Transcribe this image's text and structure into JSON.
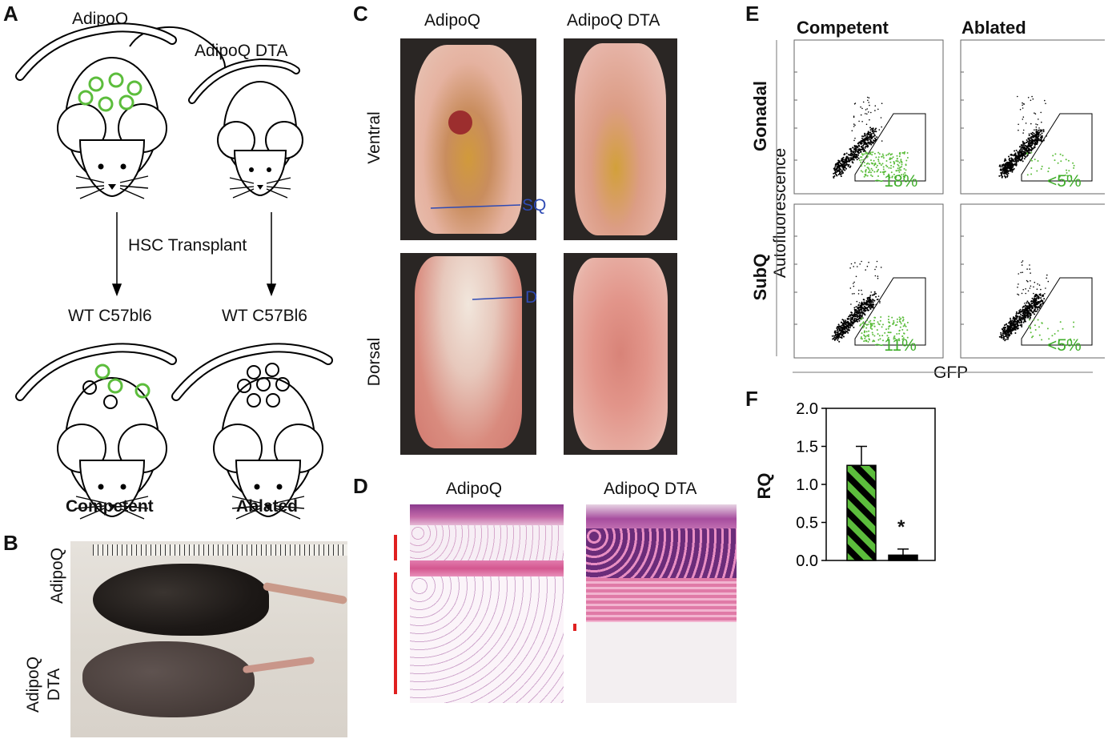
{
  "panels": {
    "A": {
      "label": "A",
      "donor_left": "AdipoQ",
      "donor_right": "AdipoQ DTA",
      "arrow_label": "HSC Transplant",
      "recipient_left": "WT C57bl6",
      "recipient_right": "WT C57Bl6",
      "result_left": "Competent",
      "result_right": "Ablated",
      "colors": {
        "gfp_green": "#5cbd3c",
        "outline": "#000000"
      }
    },
    "B": {
      "label": "B",
      "row_top": "AdipoQ",
      "row_bottom_line1": "AdipoQ",
      "row_bottom_line2": "DTA"
    },
    "C": {
      "label": "C",
      "col_left": "AdipoQ",
      "col_right": "AdipoQ DTA",
      "row_top": "Ventral",
      "row_bottom": "Dorsal",
      "annotation_sq": "SQ",
      "annotation_d": "D",
      "annotation_color": "#2f4bb4"
    },
    "D": {
      "label": "D",
      "col_left": "AdipoQ",
      "col_right": "AdipoQ DTA",
      "scale_color": "#e02020"
    },
    "E": {
      "label": "E",
      "col_left": "Competent",
      "col_right": "Ablated",
      "row_top": "Gonadal",
      "row_bottom": "SubQ",
      "y_axis": "Autofluorescence",
      "x_axis": "GFP",
      "gates": {
        "gonadal_competent": "~18%",
        "gonadal_ablated": "<5%",
        "subq_competent": "~11%",
        "subq_ablated": "<5%"
      }
    },
    "F": {
      "label": "F",
      "significance": "*"
    }
  },
  "chart_data": {
    "type": "bar",
    "ylabel": "RQ",
    "ylim": [
      0,
      2.0
    ],
    "yticks": [
      "0.0",
      "0.5",
      "1.0",
      "1.5",
      "2.0"
    ],
    "categories": [
      "",
      ""
    ],
    "values": [
      1.25,
      0.07
    ],
    "errors": [
      0.25,
      0.08
    ],
    "bar_fills": [
      "green-black-striped",
      "black"
    ],
    "annotation": {
      "text": "*",
      "category_index": 1
    }
  }
}
